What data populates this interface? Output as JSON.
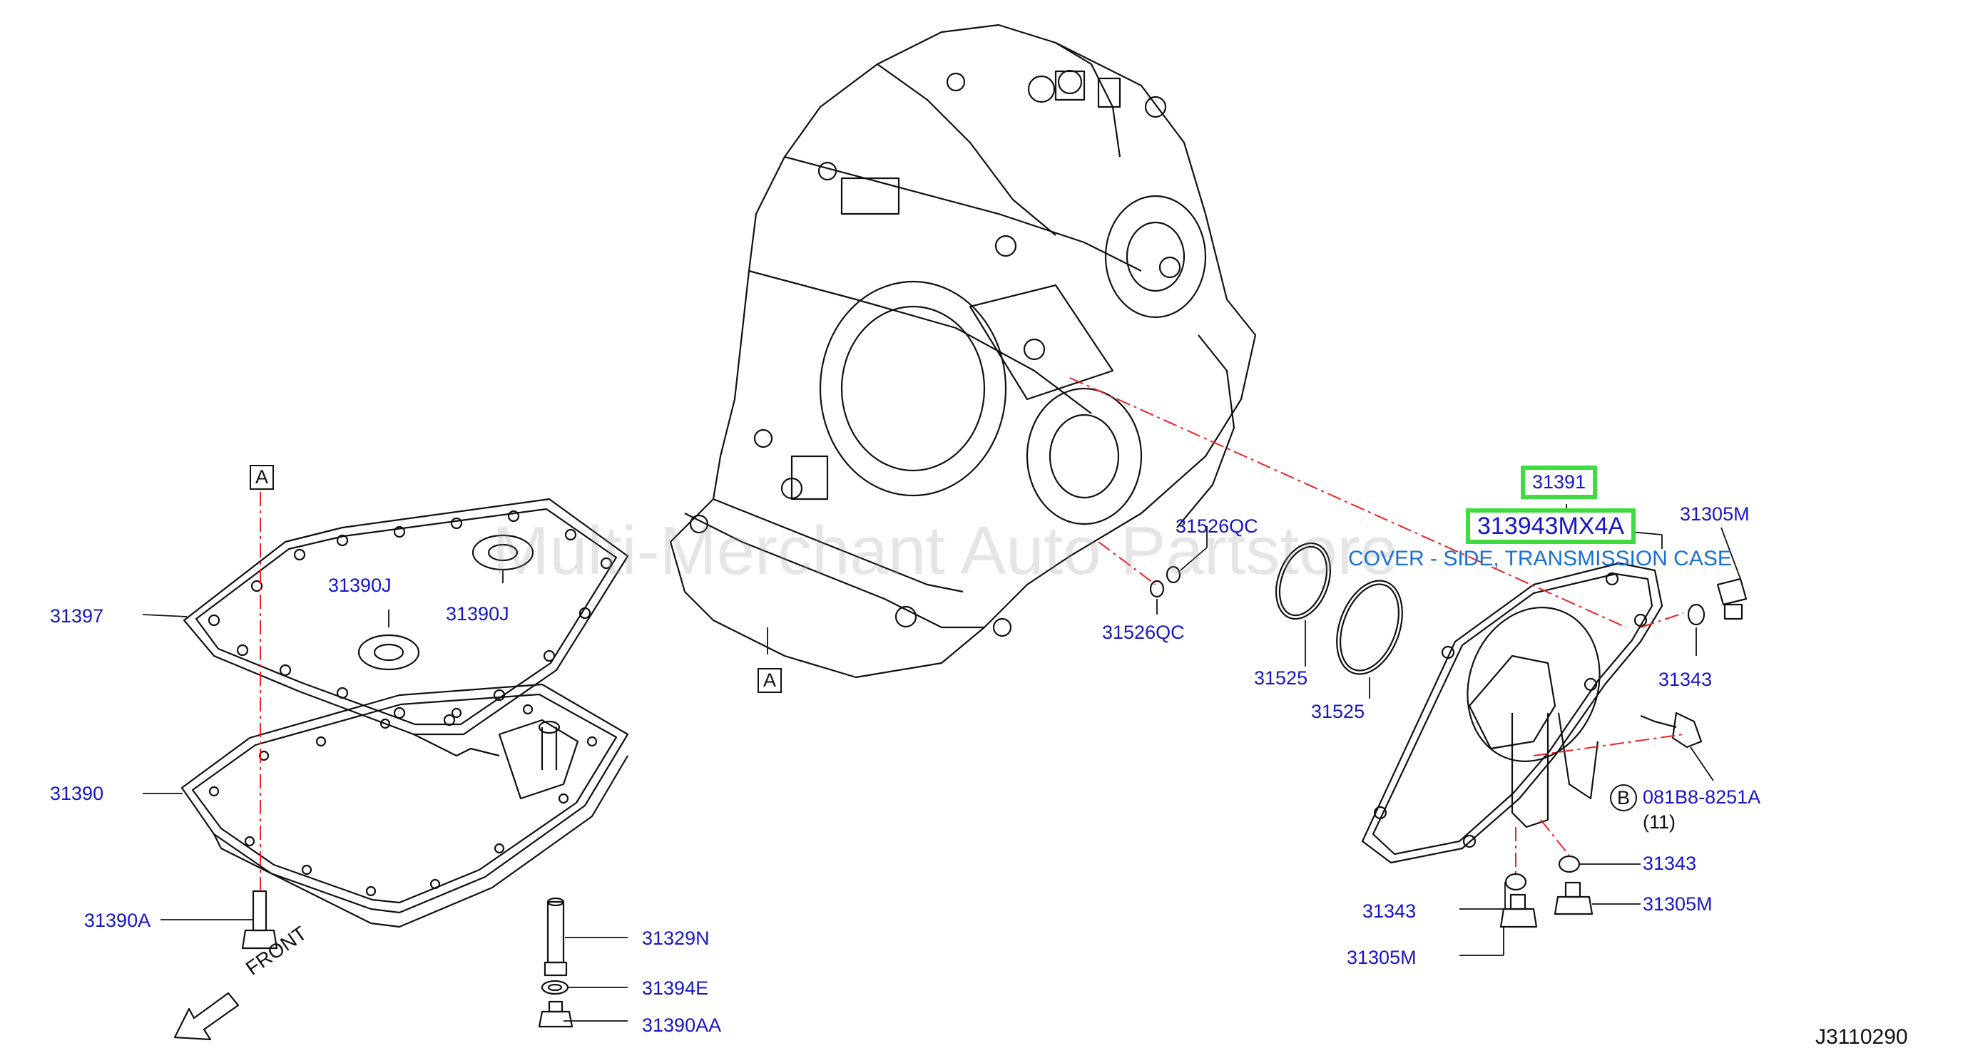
{
  "watermark": "Multi-Merchant Auto Partstore",
  "diagram_code": "J3110290",
  "front_label": "FRONT",
  "ref_marks": {
    "a_top": "A",
    "a_case": "A",
    "b": "B"
  },
  "highlight_color": "#3fdc3f",
  "parts": {
    "p31397": "31397",
    "p31390J_a": "31390J",
    "p31390J_b": "31390J",
    "p31390": "31390",
    "p31390A": "31390A",
    "p31329N": "31329N",
    "p31394E": "31394E",
    "p31390AA": "31390AA",
    "p31526QC_a": "31526QC",
    "p31526QC_b": "31526QC",
    "p31525_a": "31525",
    "p31525_b": "31525",
    "p31391": "31391",
    "p313943MX4A": "313943MX4A",
    "cover_desc": "COVER - SIDE, TRANSMISSION CASE",
    "p31305M_a": "31305M",
    "p31343_a": "31343",
    "p081B8": "081B8-8251A",
    "qty_11": "(11)",
    "p31343_b": "31343",
    "p31343_c": "31343",
    "p31305M_b": "31305M",
    "p31305M_c": "31305M"
  }
}
